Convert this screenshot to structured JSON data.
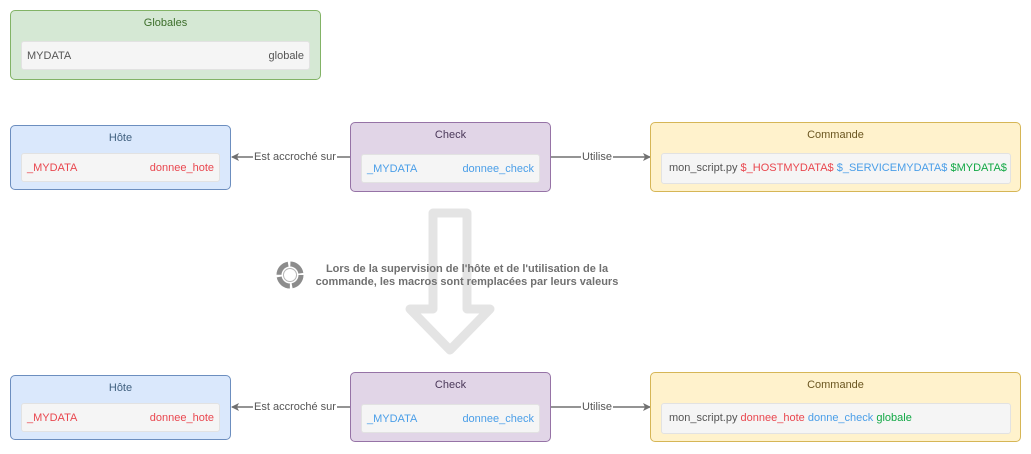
{
  "globals": {
    "title": "Globales",
    "key": "MYDATA",
    "value": "globale"
  },
  "top": {
    "host": {
      "title": "Hôte",
      "key": "_MYDATA",
      "value": "donnee_hote"
    },
    "check": {
      "title": "Check",
      "key": "_MYDATA",
      "value": "donnee_check"
    },
    "command": {
      "title": "Commande",
      "script": "mon_script.py",
      "arg1": "$_HOSTMYDATA$",
      "arg2": "$_SERVICEMYDATA$",
      "arg3": "$MYDATA$"
    },
    "edge_attached": "Est accroché sur",
    "edge_uses": "Utilise"
  },
  "note": {
    "line1": "Lors de la supervision de l'hôte et de l'utilisation de la",
    "line2": "commande, les macros sont remplacées par leurs valeurs",
    "icon": "refresh-cycle-icon"
  },
  "bottom": {
    "host": {
      "title": "Hôte",
      "key": "_MYDATA",
      "value": "donnee_hote"
    },
    "check": {
      "title": "Check",
      "key": "_MYDATA",
      "value": "donnee_check"
    },
    "command": {
      "title": "Commande",
      "script": "mon_script.py",
      "arg1": "donnee_hote",
      "arg2": "donne_check",
      "arg3": "globale"
    },
    "edge_attached": "Est accroché sur",
    "edge_uses": "Utilise"
  },
  "colors": {
    "host_value": "#e9474f",
    "check_value": "#4a9ee8",
    "global_value": "#12a845",
    "host_fill": "#dae8fc",
    "check_fill": "#e1d5e7",
    "command_fill": "#fff2cc",
    "globals_fill": "#d5e8d4"
  }
}
